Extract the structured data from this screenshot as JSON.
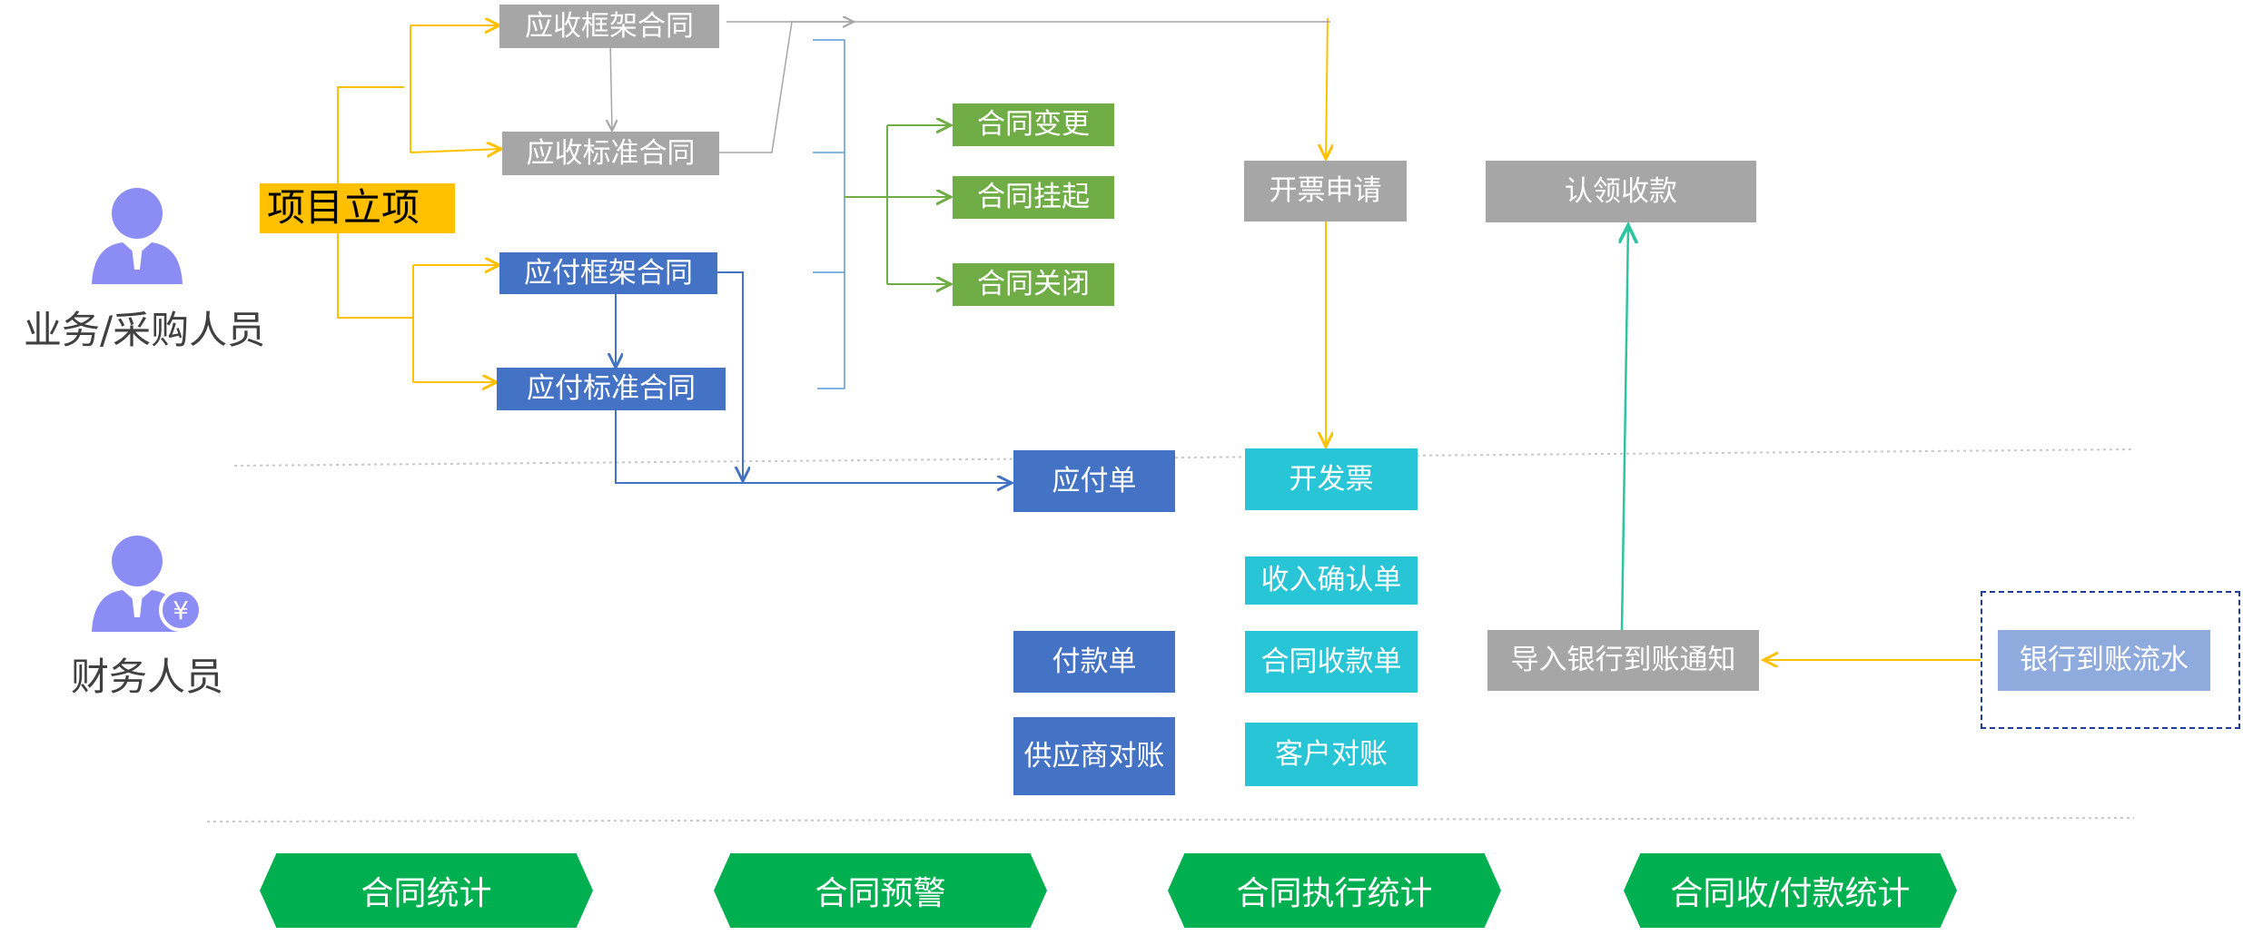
{
  "roles": {
    "business": "业务/采购人员",
    "finance": "财务人员"
  },
  "project": "项目立项",
  "contracts": {
    "recv_frame": "应收框架合同",
    "recv_std": "应收标准合同",
    "pay_frame": "应付框架合同",
    "pay_std": "应付标准合同"
  },
  "actions": {
    "change": "合同变更",
    "suspend": "合同挂起",
    "close": "合同关闭"
  },
  "invoice_apply": "开票申请",
  "claim_receipt": "认领收款",
  "payable": "应付单",
  "invoice": "开发票",
  "income_confirm": "收入确认单",
  "payment": "付款单",
  "contract_receipt": "合同收款单",
  "supplier_recon": "供应商对账",
  "customer_recon": "客户对账",
  "import_bank": "导入银行到账通知",
  "bank_flow": "银行到账流水",
  "stats": [
    "合同统计",
    "合同预警",
    "合同执行统计",
    "合同收/付款统计"
  ],
  "colors": {
    "gray": "#a6a6a6",
    "blue": "#4472c4",
    "green": "#70ad47",
    "cyan": "#27c5d5",
    "yellow": "#ffc000",
    "stat_green": "#00b050",
    "person": "#8c8cf5"
  },
  "icons": {
    "business_person": "person-icon",
    "finance_person": "person-yuan-icon"
  }
}
